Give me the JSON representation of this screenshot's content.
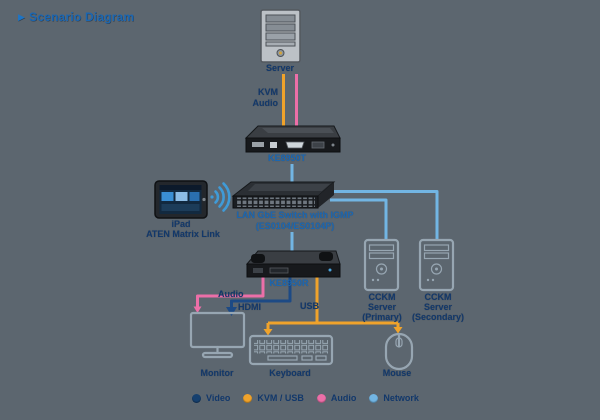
{
  "title": {
    "bullet": "▶",
    "text": "Scenario Diagram"
  },
  "colors": {
    "background": "#5c666f",
    "label_text": "#12386b",
    "model_text": "#1b67b2",
    "video": "#1d4a85",
    "kvm_usb": "#f0a32b",
    "audio": "#ec6fa8",
    "network": "#72b5e3"
  },
  "nodes": {
    "server": {
      "label": "Server"
    },
    "transmitter": {
      "model": "KE8950T"
    },
    "switch": {
      "line1": "LAN GbE Switch with IGMP",
      "line2": "(ES0104/ES0104P)"
    },
    "ipad": {
      "line1": "iPad",
      "line2": "ATEN Matrix Link"
    },
    "receiver": {
      "model": "KE8950R"
    },
    "cckm_primary": {
      "line1": "CCKM",
      "line2": "Server",
      "line3": "(Primary)"
    },
    "cckm_secondary": {
      "line1": "CCKM",
      "line2": "Server",
      "line3": "(Secondary)"
    },
    "monitor": {
      "label": "Monitor"
    },
    "keyboard": {
      "label": "Keyboard"
    },
    "mouse": {
      "label": "Mouse"
    }
  },
  "cable_labels": {
    "kvm": "KVM",
    "audio_server": "Audio",
    "audio_receiver": "Audio",
    "hdmi": "HDMI",
    "usb": "USB"
  },
  "legend": {
    "video": {
      "label": "Video",
      "color": "#16406f"
    },
    "kvm_usb": {
      "label": "KVM / USB",
      "color": "#f0a32b"
    },
    "audio": {
      "label": "Audio",
      "color": "#ec6fa8"
    },
    "network": {
      "label": "Network",
      "color": "#72b5e3"
    }
  }
}
